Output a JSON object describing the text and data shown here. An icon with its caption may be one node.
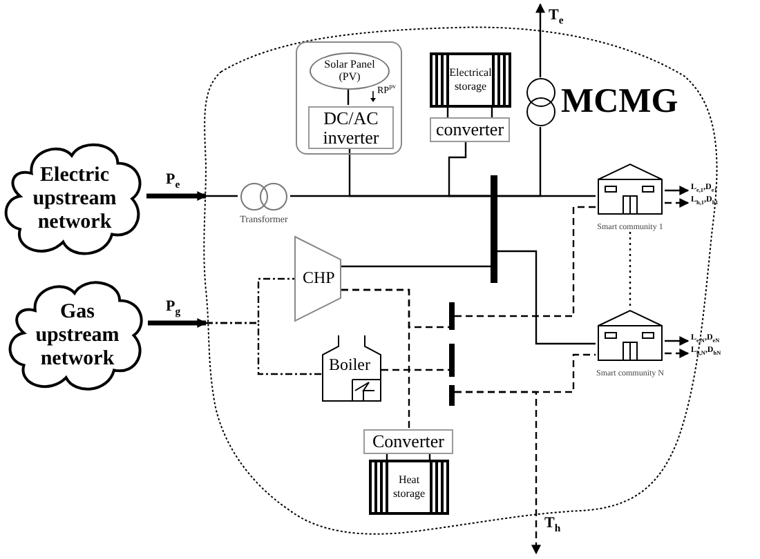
{
  "diagram": {
    "nodes": [
      {
        "text": [
          "MCMG"
        ]
      },
      {
        "text": [
          "Electric upstream network"
        ]
      },
      {
        "text": [
          "Gas upstream network"
        ]
      },
      {
        "text": [
          "Transformer"
        ],
        "in": 0
      },
      {
        "text": [],
        "shape": "box",
        "in": 0
      },
      {
        "text": [
          "Solar Panel (PV)"
        ],
        "in": 4
      },
      {
        "text": [
          "DC/AC inverter"
        ],
        "in": 4
      },
      {
        "text": [
          "Electrical storage"
        ],
        "in": 0
      },
      {
        "text": [
          "converter"
        ],
        "in": 0
      },
      {
        "text": [],
        "shape": "circle",
        "in": 0
      },
      {
        "text": [],
        "shape": "bar",
        "in": 0
      },
      {
        "text": [
          "CHP"
        ],
        "in": 0
      },
      {
        "text": [
          "Boiler"
        ],
        "in": 0
      },
      {
        "text": [],
        "shape": "bar",
        "in": 0
      },
      {
        "text": [],
        "shape": "bar",
        "in": 0
      },
      {
        "text": [],
        "shape": "bar",
        "in": 0
      },
      {
        "text": [
          "Smart community 1"
        ],
        "in": 0
      },
      {
        "text": [
          "Smart community N"
        ],
        "in": 0
      },
      {
        "text": [
          "Converter"
        ],
        "in": 0
      },
      {
        "text": [
          "Heat storage"
        ],
        "in": 0
      }
    ],
    "edges": [
      {
        "from": 1,
        "to": 0,
        "arrow": "to",
        "label": "P$_{e}$",
        "style": "thick"
      },
      {
        "from": 0,
        "to": 3,
        "arrow": "none"
      },
      {
        "from": 2,
        "to": 0,
        "arrow": "to",
        "label": "P$_{g}$",
        "style": "thick"
      },
      {
        "from": 0,
        "to": 11,
        "arrow": "none",
        "style": "dashed"
      },
      {
        "from": 0,
        "to": 12,
        "arrow": "none",
        "style": "dashed"
      },
      {
        "from": 3,
        "to": 10,
        "arrow": "none"
      },
      {
        "from": 10,
        "to": 16,
        "arrow": "none"
      },
      {
        "from": 6,
        "to": 10,
        "arrow": "none"
      },
      {
        "from": 5,
        "to": 6,
        "arrow": "none"
      },
      {
        "from": 7,
        "to": 8,
        "arrow": "none"
      },
      {
        "from": 8,
        "to": 10,
        "arrow": "none"
      },
      {
        "from": 9,
        "to": 10,
        "arrow": "none"
      },
      {
        "from": 9,
        "to": null,
        "arrow": "to",
        "label": "T$_{e}$"
      },
      {
        "from": 11,
        "to": 10,
        "arrow": "none"
      },
      {
        "from": 10,
        "to": 17,
        "arrow": "none"
      },
      {
        "from": 11,
        "to": 13,
        "arrow": "none",
        "style": "dashed"
      },
      {
        "from": 11,
        "to": 18,
        "arrow": "none",
        "style": "dashed"
      },
      {
        "from": 12,
        "to": 14,
        "arrow": "none",
        "style": "dashed"
      },
      {
        "from": 13,
        "to": 16,
        "arrow": "none",
        "style": "dashed"
      },
      {
        "from": 15,
        "to": 17,
        "arrow": "none",
        "style": "dashed"
      },
      {
        "from": 15,
        "to": null,
        "arrow": "to",
        "label": "T$_{h}$",
        "style": "dashed"
      },
      {
        "from": 16,
        "to": 17,
        "arrow": "none",
        "style": "dashed"
      },
      {
        "from": 18,
        "to": 19,
        "arrow": "none"
      },
      {
        "from": 16,
        "to": null,
        "arrow": "to",
        "label": "L$_{e,1}$,D$_{e1}$"
      },
      {
        "from": 16,
        "to": null,
        "arrow": "to",
        "label": "L$_{h,1}$,D$_{h1}$",
        "style": "dashed"
      },
      {
        "from": 17,
        "to": null,
        "arrow": "to",
        "label": "L$_{e,N}$,D$_{eN}$"
      },
      {
        "from": 17,
        "to": null,
        "arrow": "to",
        "label": "L$_{h,N}$,D$_{hN}$",
        "style": "dashed"
      }
    ],
    "labels": [
      "RP$^{pv}$"
    ]
  }
}
